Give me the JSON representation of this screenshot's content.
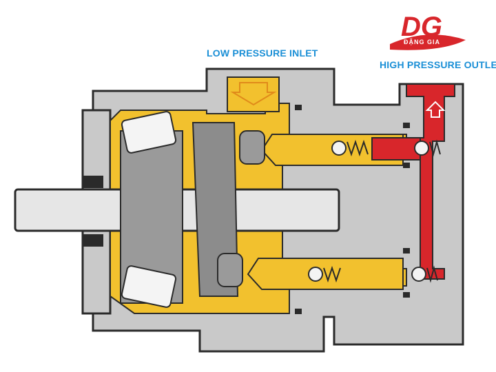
{
  "labels": {
    "low_pressure_inlet": "LOW PRESSURE INLET",
    "high_pressure_outlet": "HIGH PRESSURE OUTLET"
  },
  "logo": {
    "mark": "DG",
    "subtitle": "ĐẶNG GIA"
  },
  "colors": {
    "housing": "#c9c9c9",
    "housing_outline": "#2a2a2a",
    "low_pressure_oil": "#f2c12e",
    "high_pressure_oil": "#d8262b",
    "label_blue": "#1a8fd6",
    "logo_red": "#d8262b"
  },
  "icons": {
    "inlet_arrow": "down-arrow-icon",
    "outlet_arrow": "up-arrow-icon"
  }
}
